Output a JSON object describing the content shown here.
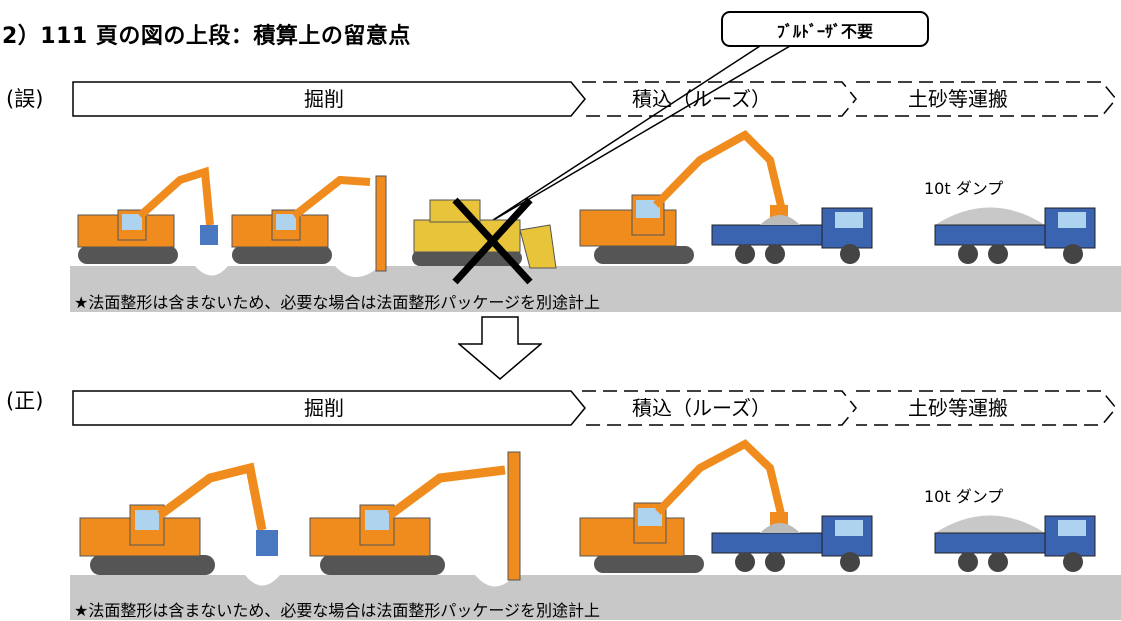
{
  "title": "2）111 頁の図の上段：積算上の留意点",
  "labels": {
    "wrong": "(誤)",
    "right": "(正)"
  },
  "callout": {
    "text": "ﾌﾞﾙﾄﾞｰｻﾞ不要"
  },
  "flow_top": {
    "dig": "掘削",
    "load": "積込（ルーズ）",
    "haul": "土砂等運搬"
  },
  "flow_bottom": {
    "dig": "掘削",
    "load": "積込（ルーズ）",
    "haul": "土砂等運搬"
  },
  "dump_label": "10t ダンプ",
  "note": "★法面整形は含まないため、必要な場合は法面整形パッケージを別途計上",
  "colors": {
    "excavator": "#f08c1e",
    "dump_truck": "#3a63b0",
    "bulldozer": "#e8c43a",
    "ground": "#c8c8c8"
  }
}
